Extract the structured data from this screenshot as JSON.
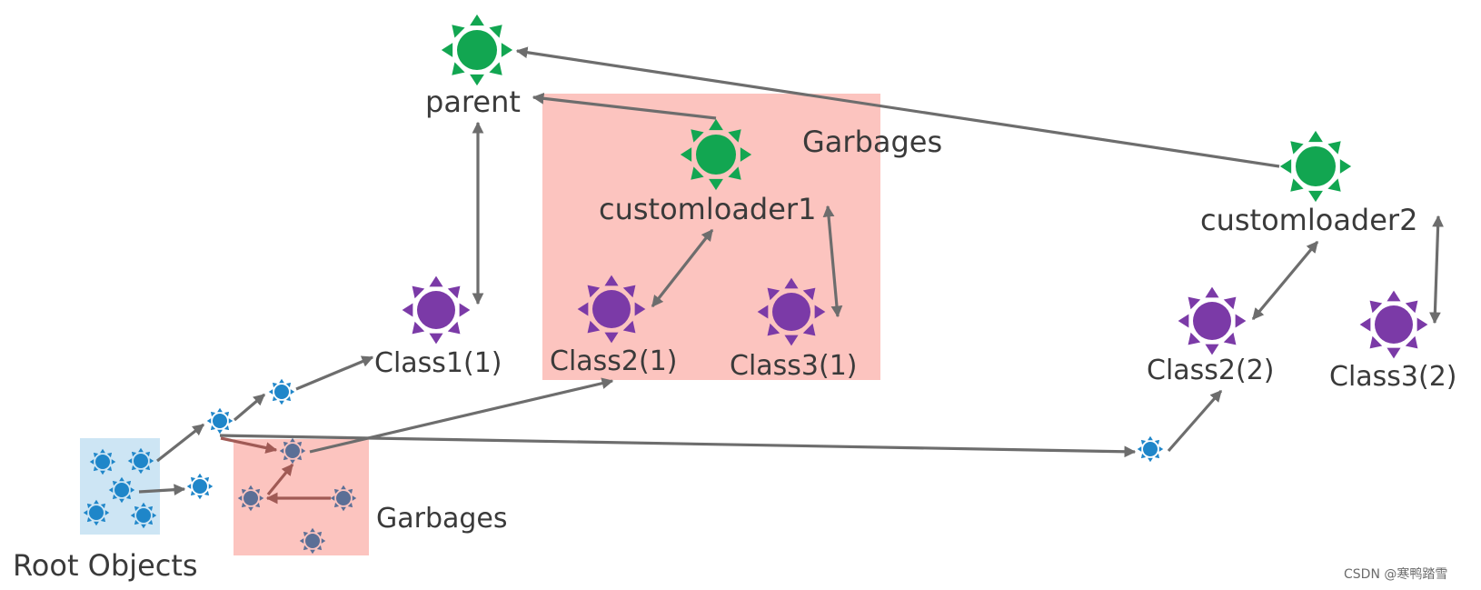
{
  "colors": {
    "loader_green": "#12a651",
    "class_purple": "#7b3aa7",
    "object_blue": "#1f86c9",
    "object_grey": "#5b6f96",
    "garbage_fill": "#fcc4bf",
    "root_fill": "#cde5f4",
    "edge_grey": "#6d6d6d",
    "edge_red": "#a05a55"
  },
  "labels": {
    "parent": "parent",
    "customloader1": "customloader1",
    "customloader2": "customloader2",
    "class1_1": "Class1(1)",
    "class2_1": "Class2(1)",
    "class3_1": "Class3(1)",
    "class2_2": "Class2(2)",
    "class3_2": "Class3(2)",
    "garbages_top": "Garbages",
    "garbages_bottom": "Garbages",
    "root_objects": "Root Objects",
    "watermark": "CSDN @寒鸭踏雪"
  }
}
